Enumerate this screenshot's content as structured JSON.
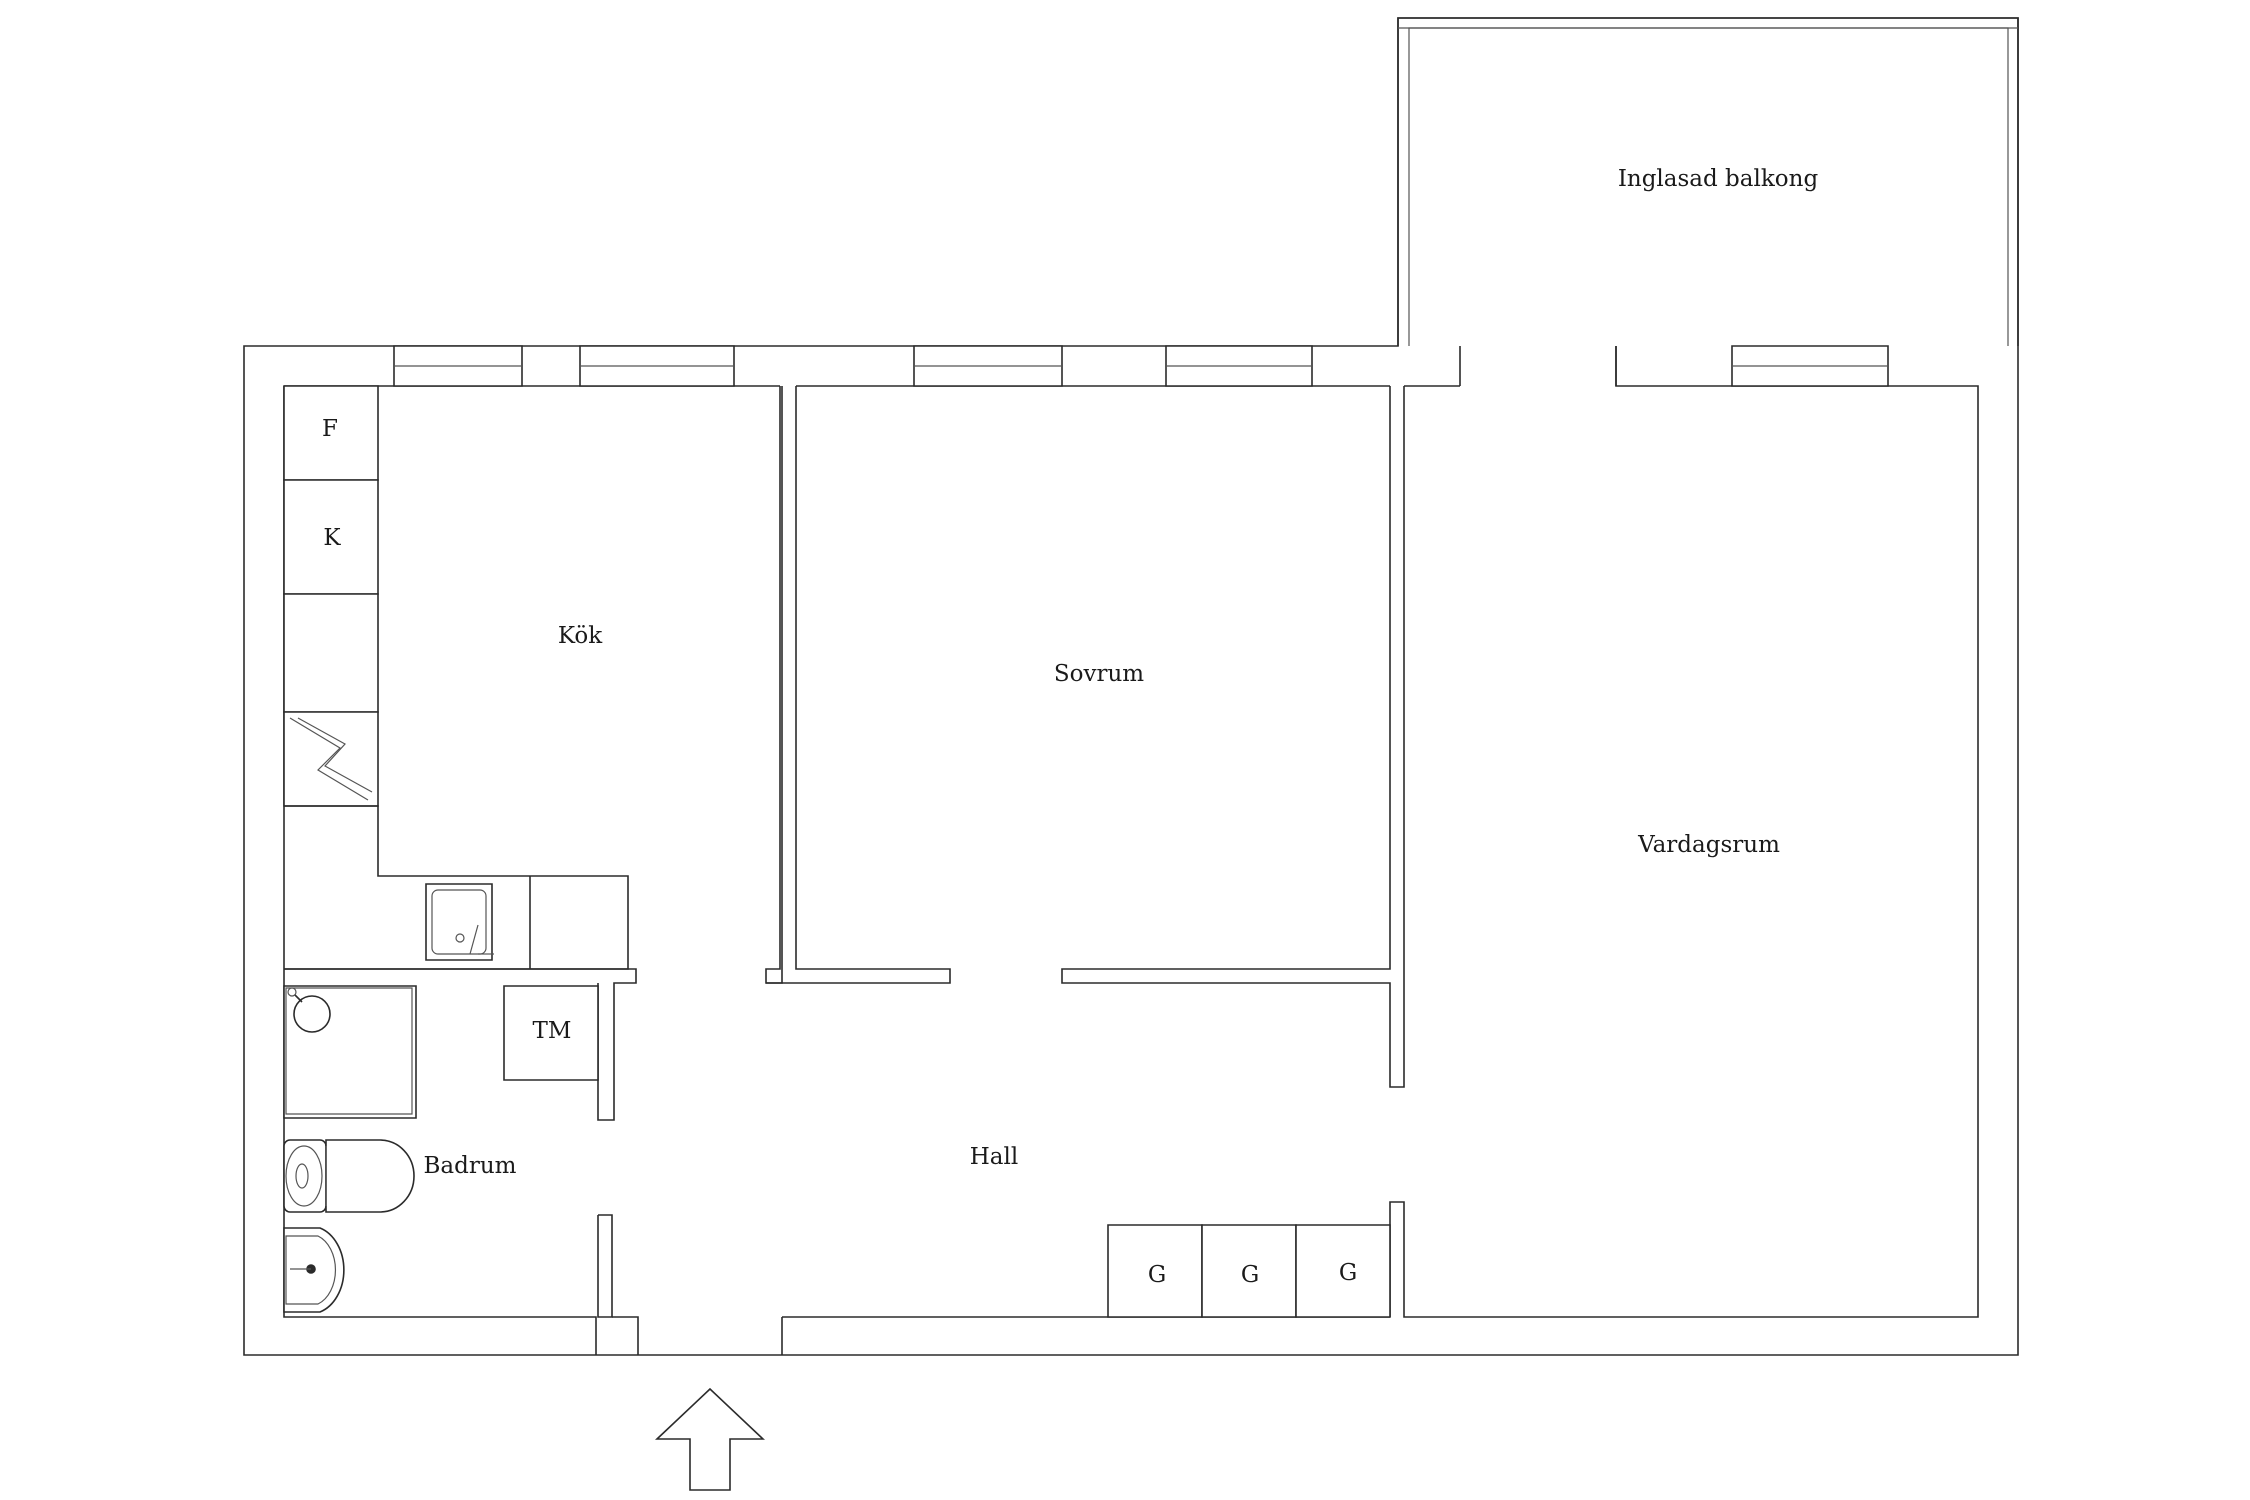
{
  "rooms": {
    "balcony": "Inglasad balkong",
    "kitchen": "Kök",
    "bedroom": "Sovrum",
    "living_room": "Vardagsrum",
    "hall": "Hall",
    "bathroom": "Badrum"
  },
  "fixtures": {
    "fridge": "F",
    "freezer": "K",
    "washing_machine": "TM",
    "wardrobe_1": "G",
    "wardrobe_2": "G",
    "wardrobe_3": "G"
  },
  "icons": {
    "entrance": "entrance-arrow-icon",
    "stove": "stove-icon",
    "sink": "kitchen-sink-icon",
    "shower": "shower-icon",
    "toilet": "toilet-icon",
    "washbasin": "washbasin-icon"
  }
}
